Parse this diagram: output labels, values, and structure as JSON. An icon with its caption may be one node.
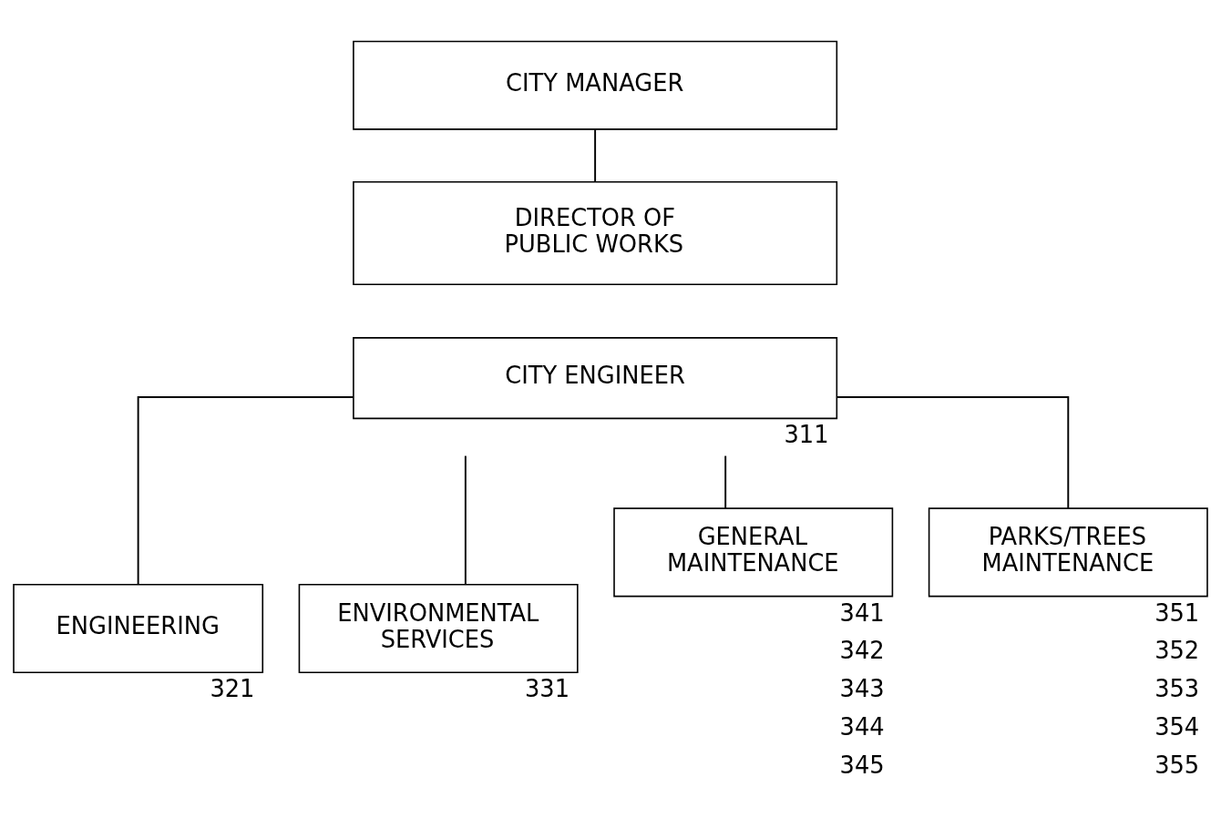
{
  "diagram": {
    "nodes": [
      {
        "text": [
          "CITY MANAGER"
        ]
      },
      {
        "text": [
          "DIRECTOR OF PUBLIC WORKS"
        ]
      },
      {
        "text": [
          "CITY ENGINEER"
        ],
        "beside": [
          "311"
        ]
      },
      {
        "text": [
          "ENGINEERING"
        ],
        "beside": [
          "321"
        ]
      },
      {
        "text": [
          "ENVIRONMENTAL SERVICES"
        ],
        "beside": [
          "331"
        ]
      },
      {
        "text": [
          "GENERAL MAINTENANCE"
        ],
        "beside": [
          "341",
          "342",
          "343",
          "344",
          "345"
        ]
      },
      {
        "text": [
          "PARKS/TREES MAINTENANCE"
        ],
        "beside": [
          "351",
          "352",
          "353",
          "354",
          "355"
        ]
      }
    ],
    "edges": [
      {
        "from": 0,
        "to": 1,
        "arrow": "none"
      },
      {
        "from": 2,
        "to": 3,
        "arrow": "none"
      },
      {
        "from": 2,
        "to": 4,
        "arrow": "none"
      },
      {
        "from": 2,
        "to": 5,
        "arrow": "none"
      },
      {
        "from": 2,
        "to": 6,
        "arrow": "none"
      }
    ]
  }
}
